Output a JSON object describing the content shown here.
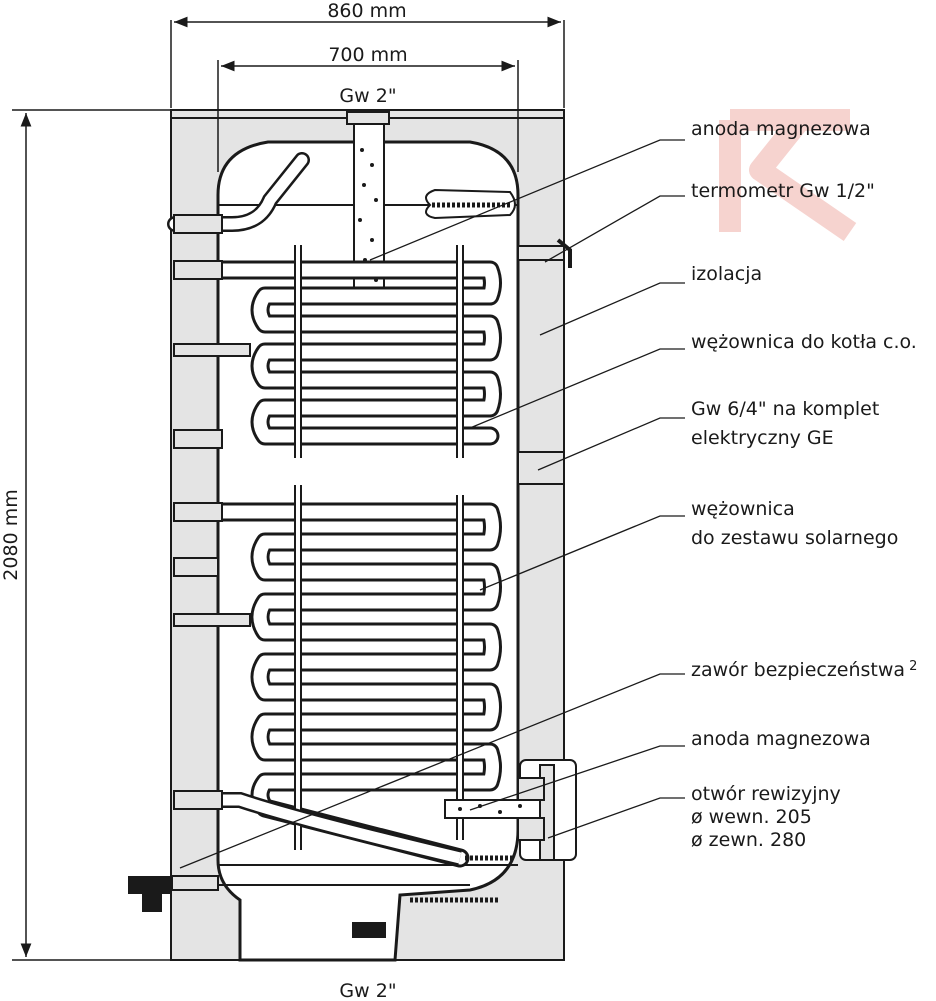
{
  "dimensions": {
    "outer_width": "860 mm",
    "inner_width": "700 mm",
    "height": "2080 mm",
    "top_connection": "Gw 2\"",
    "bottom_connection": "Gw 2\""
  },
  "labels": {
    "anode_top": "anoda magnezowa",
    "thermometer": "termometr Gw 1/2\"",
    "insulation": "izolacja",
    "boiler_coil": "wężownica do kotła c.o.",
    "electric_line1": "Gw 6/4\" na komplet",
    "electric_line2": "elektryczny GE",
    "solar_coil_line1": "wężownica",
    "solar_coil_line2": "do zestawu solarnego",
    "safety_valve": "zawór bezpieczeństwa",
    "safety_valve_sup": "2",
    "anode_bottom": "anoda magnezowa",
    "inspection_line1": "otwór rewizyjny",
    "inspection_line2": "ø wewn. 205",
    "inspection_line3": "ø zewn. 280"
  },
  "colors": {
    "line": "#1a1a1a",
    "insulation": "#e4e4e4",
    "watermark": "#f6d3cf"
  }
}
